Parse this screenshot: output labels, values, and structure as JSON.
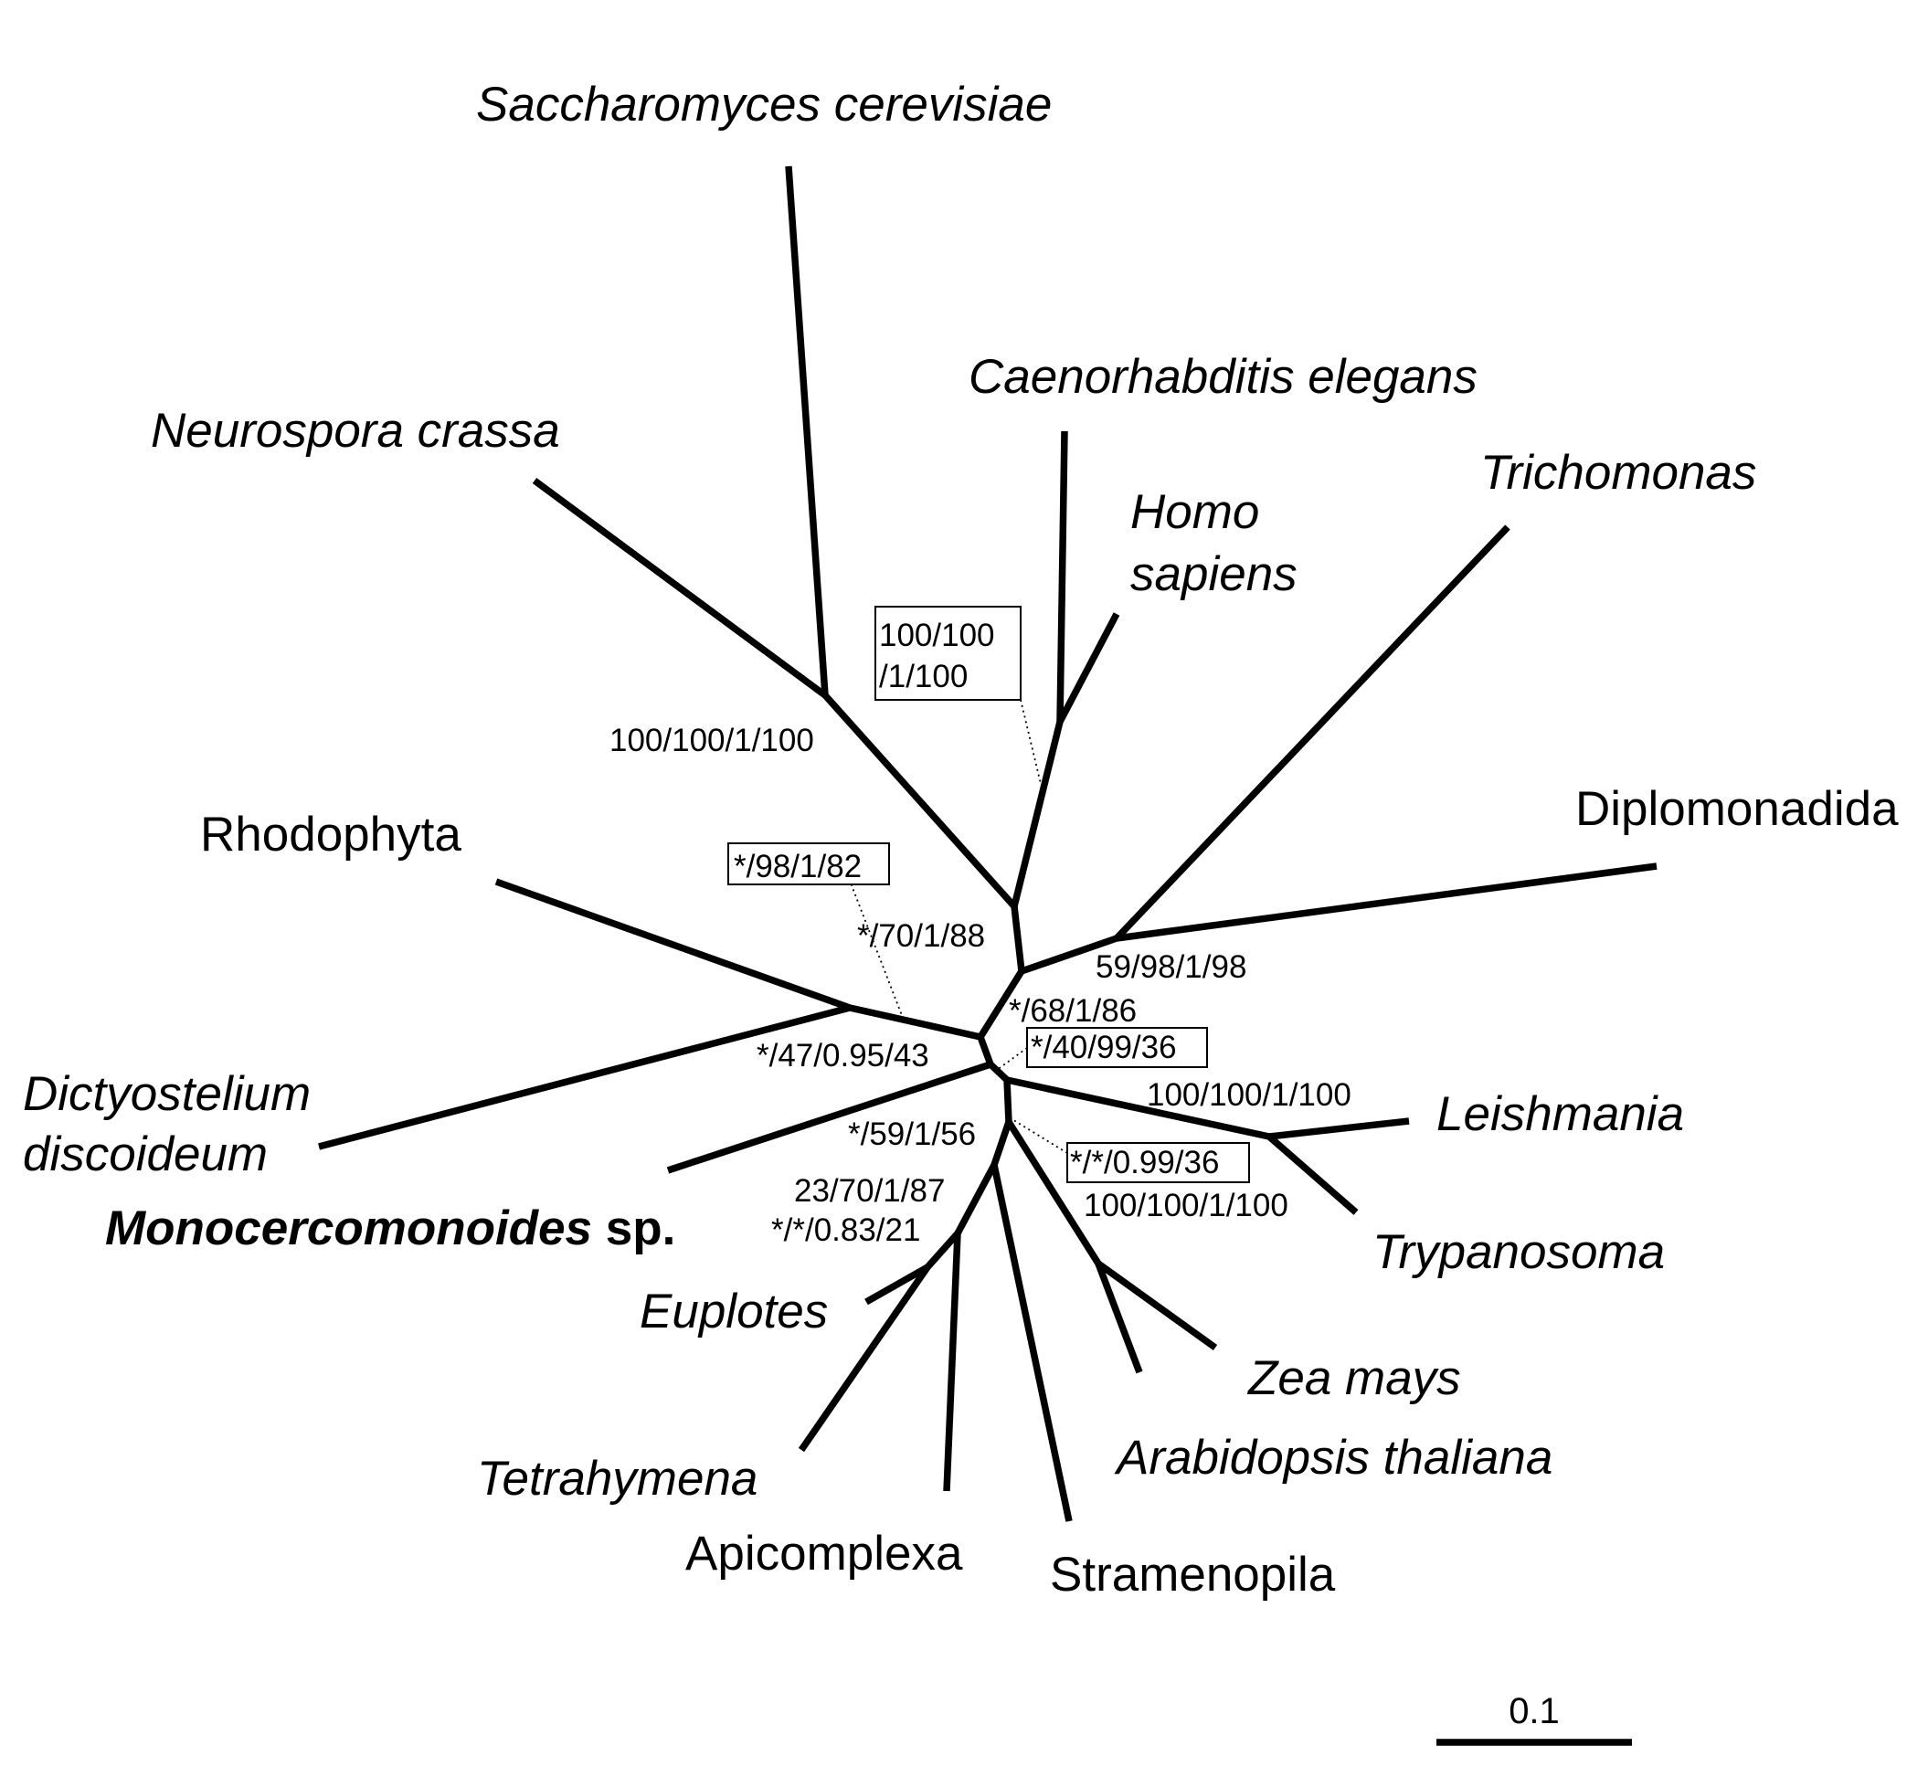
{
  "taxa": {
    "saccharomyces": "Saccharomyces cerevisiae",
    "caenorhabditis": "Caenorhabditis elegans",
    "neurospora": "Neurospora crassa",
    "homo_1": "Homo",
    "homo_2": "sapiens",
    "trichomonas": "Trichomonas",
    "diplomonadida": "Diplomonadida",
    "rhodophyta": "Rhodophyta",
    "dictyostelium_1": "Dictyostelium",
    "dictyostelium_2": "discoideum",
    "monocercomonoides_genus": "Monocercomonoides",
    "monocercomonoides_sp": " sp.",
    "leishmania": "Leishmania",
    "trypanosoma": "Trypanosoma",
    "euplotes": "Euplotes",
    "zea": "Zea mays",
    "arabidopsis": "Arabidopsis thaliana",
    "tetrahymena": "Tetrahymena",
    "apicomplexa": "Apicomplexa",
    "stramenopila": "Stramenopila"
  },
  "supports": {
    "opisthokonta": "100/100/1/100",
    "metazoa_1": "100/100",
    "metazoa_2": "/1/100",
    "boxed_98": "*/98/1/82",
    "node_70": "*/70/1/88",
    "node_59": "59/98/1/98",
    "node_68": "*/68/1/86",
    "node_47": "*/47/0.95/43",
    "boxed_40": "*/40/99/36",
    "kinetoplastida": "100/100/1/100",
    "node_56": "*/59/1/56",
    "boxed_099": "*/*/0.99/36",
    "plants": "100/100/1/100",
    "node_23": "23/70/1/87",
    "node_083": "*/*/0.83/21"
  },
  "scale": {
    "label": "0.1"
  }
}
